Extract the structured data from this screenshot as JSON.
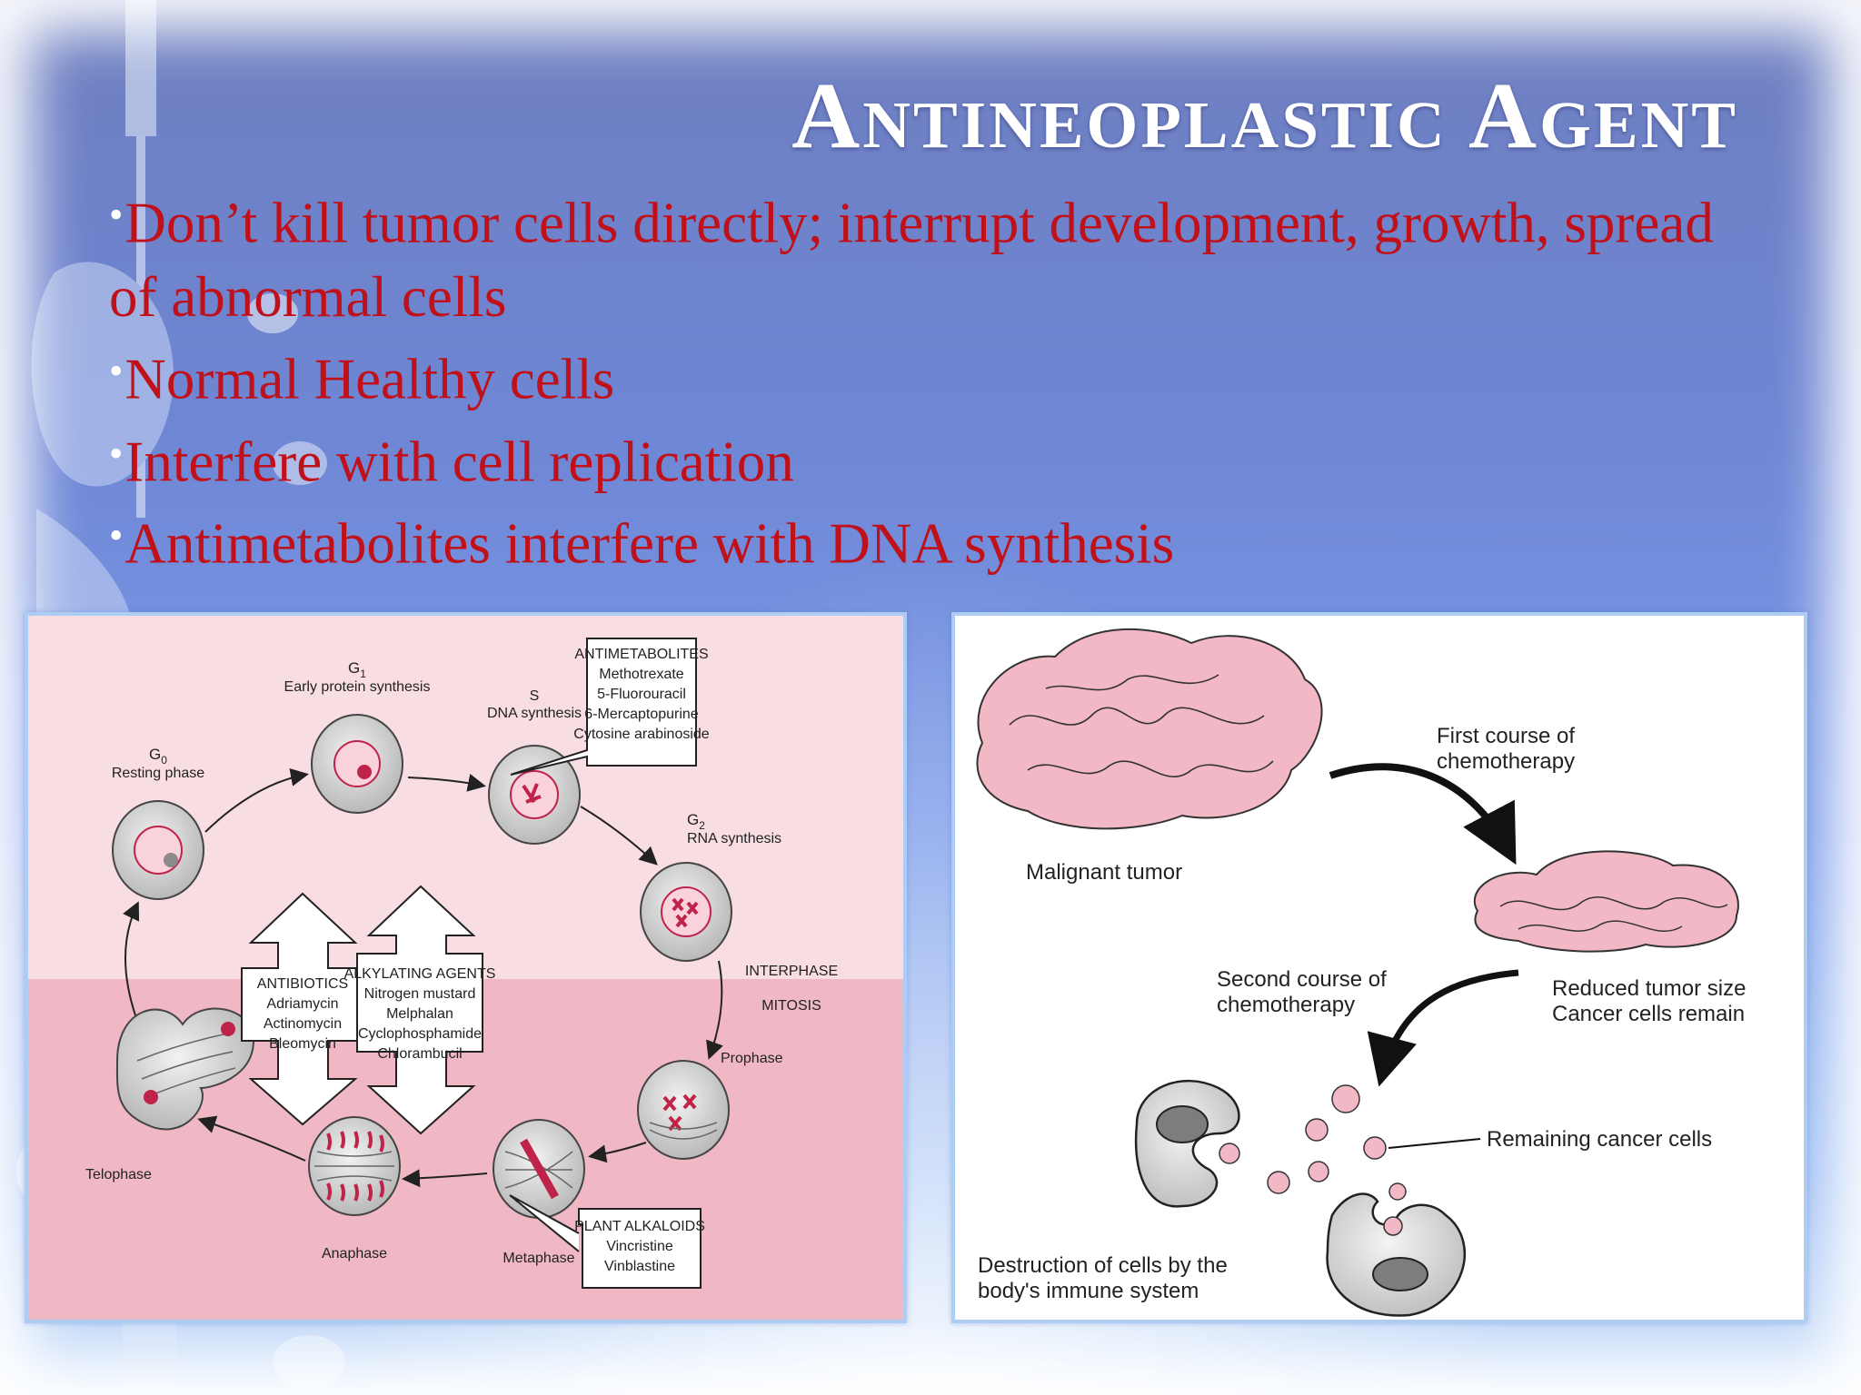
{
  "slide": {
    "title": "Antineoplastic Agent",
    "bullets": [
      "Don’t kill tumor cells directly; interrupt development, growth, spread of abnormal cells",
      "Normal Healthy cells",
      "Interfere with cell replication",
      "Antimetabolites interfere with DNA synthesis"
    ],
    "bullet_mark": "•",
    "colors": {
      "title": "#ffffff",
      "bullet_text": "#c0101a",
      "background_top": "#6f7fbf",
      "background_bottom": "#d9e8fb"
    }
  },
  "cell_cycle": {
    "g1": "G",
    "g1_sub": "1",
    "g1_desc": "Early protein synthesis",
    "s": "S",
    "s_desc": "DNA synthesis",
    "g0": "G",
    "g0_sub": "0",
    "g0_desc": "Resting phase",
    "g2": "G",
    "g2_sub": "2",
    "g2_desc": "RNA synthesis",
    "prophase": "Prophase",
    "metaphase": "Metaphase",
    "anaphase": "Anaphase",
    "telophase": "Telophase",
    "interphase": "INTERPHASE",
    "mitosis": "MITOSIS",
    "antimetabolites": [
      "ANTIMETABOLITES",
      "Methotrexate",
      "5-Fluorouracil",
      "6-Mercaptopurine",
      "Cytosine arabinoside"
    ],
    "antibiotics": [
      "ANTIBIOTICS",
      "Adriamycin",
      "Actinomycin",
      "Bleomycin"
    ],
    "alkylating": [
      "ALKYLATING AGENTS",
      "Nitrogen mustard",
      "Melphalan",
      "Cyclophosphamide",
      "Chlorambucil"
    ],
    "plant_alkaloids": [
      "PLANT ALKALOIDS",
      "Vincristine",
      "Vinblastine"
    ]
  },
  "chemo": {
    "malignant": "Malignant tumor",
    "first_course": [
      "First course of",
      "chemotherapy"
    ],
    "reduced": [
      "Reduced tumor size",
      "Cancer cells remain"
    ],
    "second_course": [
      "Second course of",
      "chemotherapy"
    ],
    "remaining": "Remaining cancer cells",
    "destruction": [
      "Destruction of cells by the",
      "body's immune system"
    ]
  }
}
